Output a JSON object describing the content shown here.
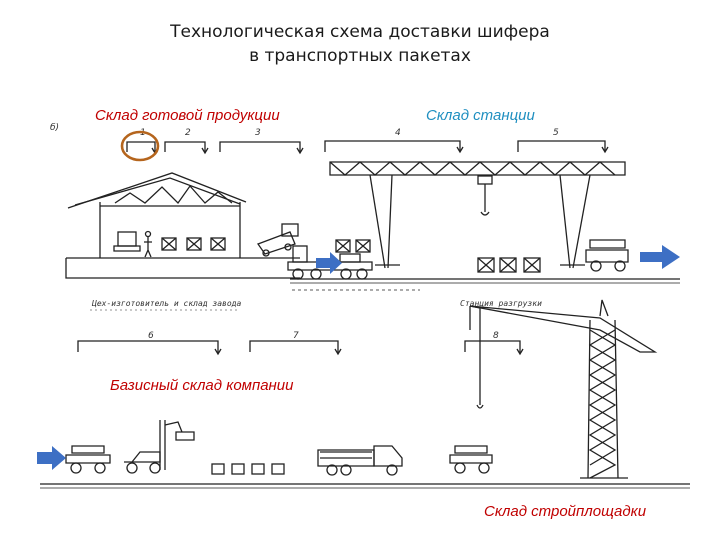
{
  "title": {
    "line1": "Технологическая схема доставки шифера",
    "line2": "в транспортных пакетах"
  },
  "labels": {
    "finished_goods_warehouse": "Склад готовой продукции",
    "station_warehouse": "Склад станции",
    "company_base_warehouse": "Базисный склад компании",
    "construction_site_warehouse": "Склад стройплощадки"
  },
  "scheme": {
    "figure_letter": "б)",
    "plant_caption": "Цех-изготовитель и склад завода",
    "station_caption": "Станция разгрузки",
    "route_numbers": [
      "1",
      "2",
      "3",
      "4",
      "5",
      "6",
      "7",
      "8"
    ]
  },
  "colors": {
    "arrow_blue": "#3d6fc4",
    "label_red": "#c00000",
    "label_blue": "#1f8fc0",
    "highlight_circle": "#b5651d",
    "drawing_ink": "#222222"
  }
}
